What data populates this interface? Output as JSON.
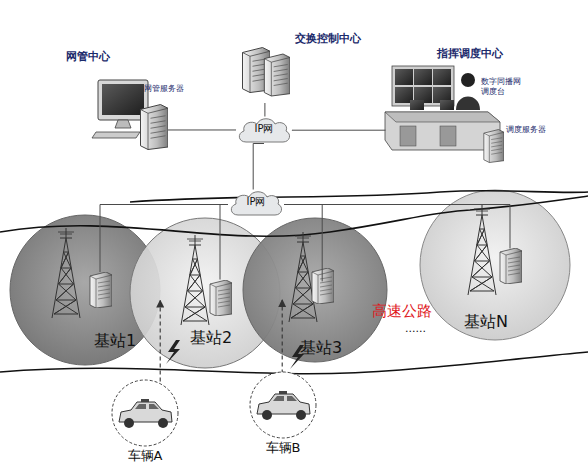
{
  "diagram": {
    "nodes": [
      {
        "text": [
          "网管中心",
          "网管服务器"
        ]
      },
      {
        "text": [
          "交换控制中心"
        ]
      },
      {
        "text": [
          "指挥调度中心",
          "数字同播网调度台",
          "调度服务器"
        ]
      },
      {
        "text": [
          "IP网"
        ]
      },
      {
        "text": [
          "IP网"
        ]
      },
      {
        "text": [
          "基站1"
        ]
      },
      {
        "text": [
          "基站2"
        ]
      },
      {
        "text": [
          "基站3"
        ]
      },
      {
        "text": [
          "基站N"
        ]
      },
      {
        "text": [
          "车辆A"
        ]
      },
      {
        "text": [
          "车辆B"
        ]
      }
    ],
    "edges": [
      {
        "from": 0,
        "to": 3,
        "arrow": "none"
      },
      {
        "from": 1,
        "to": 3,
        "arrow": "none"
      },
      {
        "from": 2,
        "to": 3,
        "arrow": "none"
      },
      {
        "from": 3,
        "to": 4,
        "arrow": "none"
      },
      {
        "from": 4,
        "to": 5,
        "arrow": "none"
      },
      {
        "from": 4,
        "to": 6,
        "arrow": "none"
      },
      {
        "from": 4,
        "to": 7,
        "arrow": "none"
      },
      {
        "from": 4,
        "to": 8,
        "arrow": "none"
      },
      {
        "from": 9,
        "to": 6,
        "arrow": "to"
      },
      {
        "from": 10,
        "to": 7,
        "arrow": "to"
      }
    ],
    "labels": [
      "高速公路",
      "......"
    ]
  }
}
